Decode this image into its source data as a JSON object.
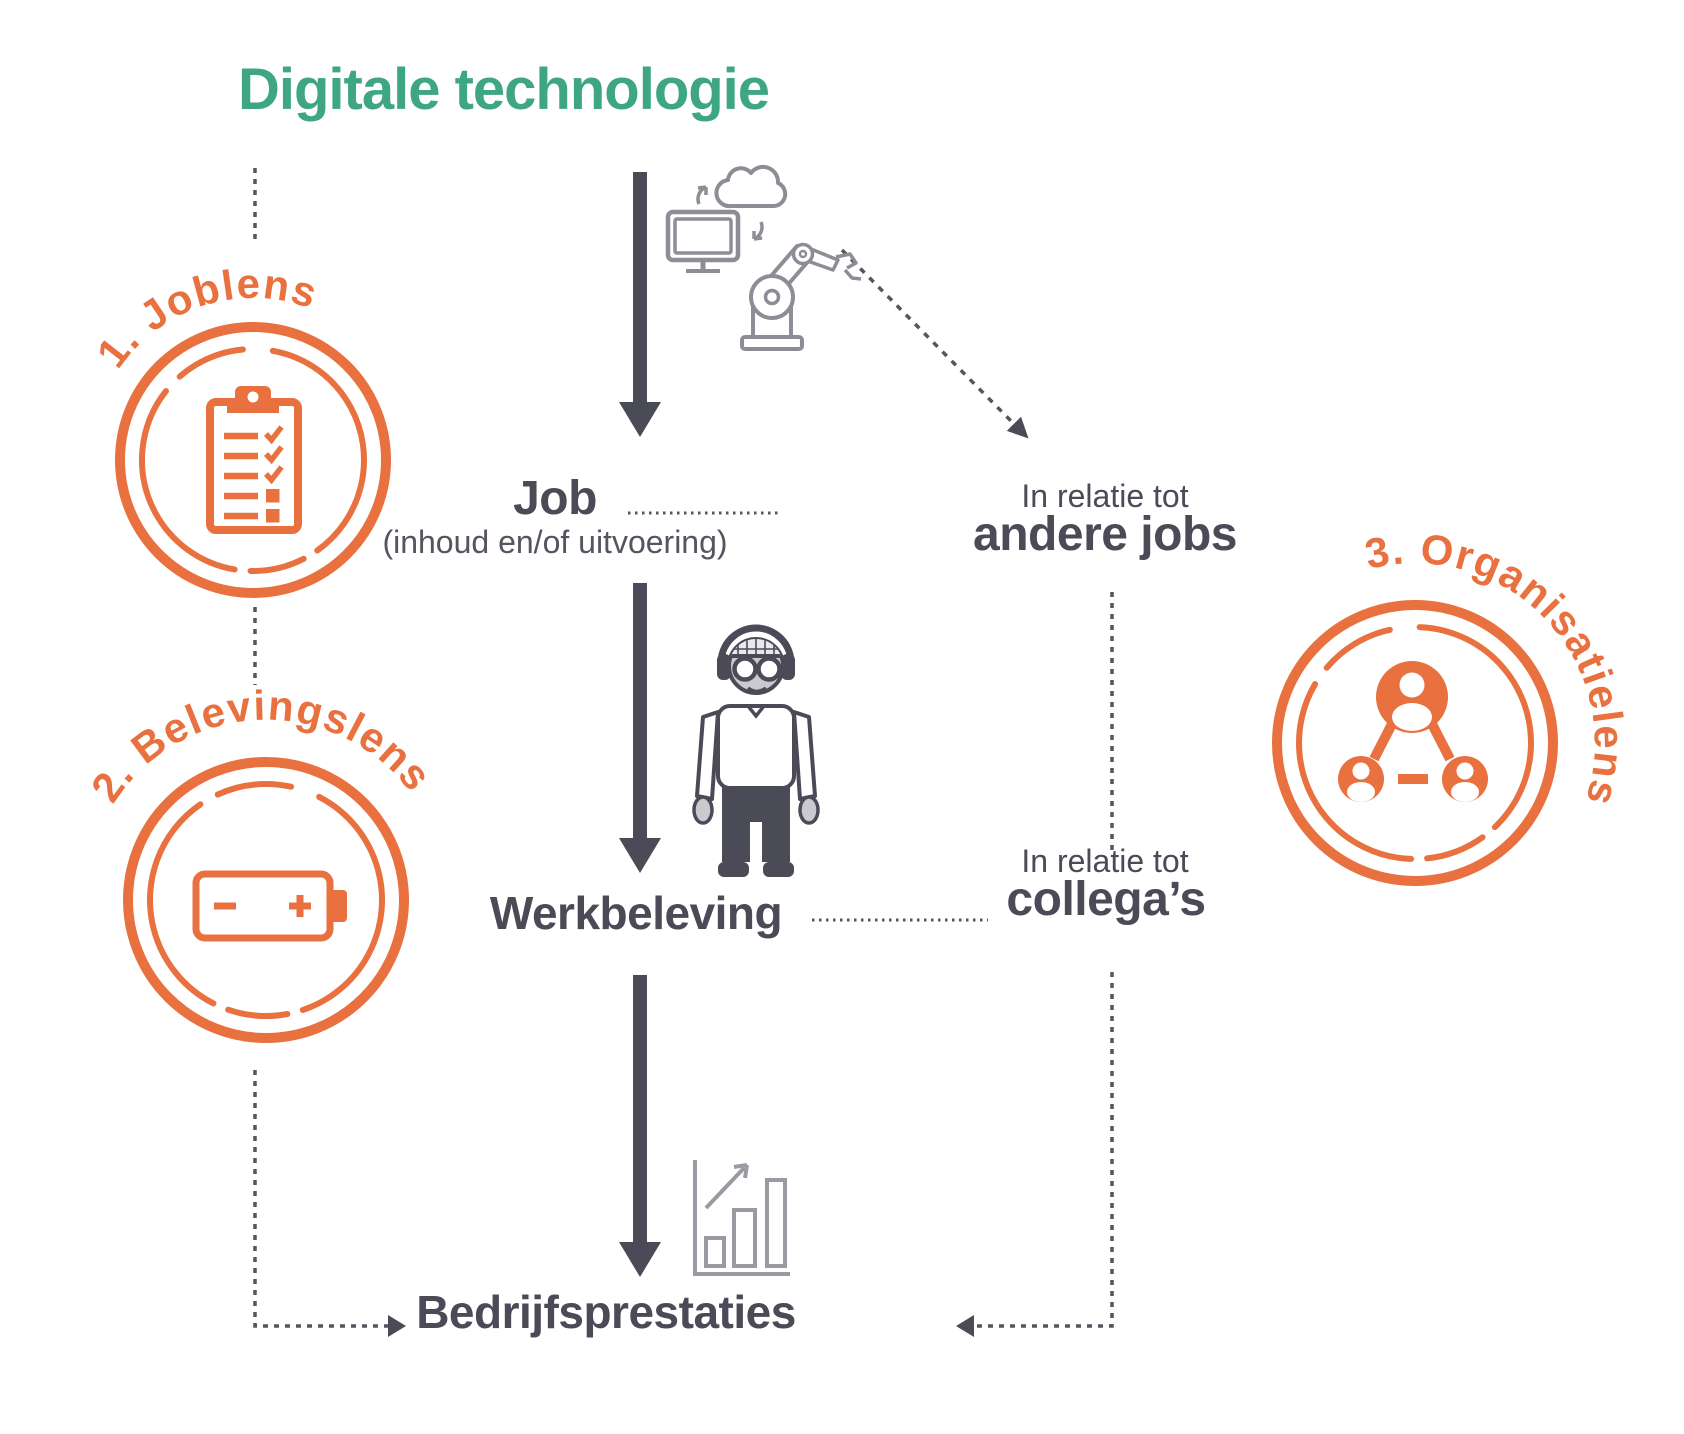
{
  "title": "Digitale technologie",
  "colors": {
    "accent_orange": "#E8713F",
    "title_green": "#3EA684",
    "text_dark": "#4B4A57",
    "icon_gray": "#8D8D96"
  },
  "lenses": [
    {
      "label": "1. Joblens",
      "icon": "clipboard-checklist-icon"
    },
    {
      "label": "2. Belevingslens",
      "icon": "battery-icon"
    },
    {
      "label": "3. Organisatielens",
      "icon": "people-network-icon"
    }
  ],
  "nodes": {
    "job": {
      "title": "Job",
      "subtitle": "(inhoud en/of uitvoering)"
    },
    "werkbeleving": {
      "title": "Werkbeleving"
    },
    "bedrijfsprestaties": {
      "title": "Bedrijfsprestaties"
    }
  },
  "relations": {
    "jobs": {
      "prefix": "In relatie tot",
      "label": "andere jobs"
    },
    "colleagues": {
      "prefix": "In relatie tot",
      "label": "collega’s"
    }
  },
  "decorative_icons": [
    "monitor-icon",
    "cloud-icon",
    "sync-arrows-icon",
    "robot-arm-icon",
    "worker-person-icon",
    "bar-chart-growth-icon"
  ]
}
